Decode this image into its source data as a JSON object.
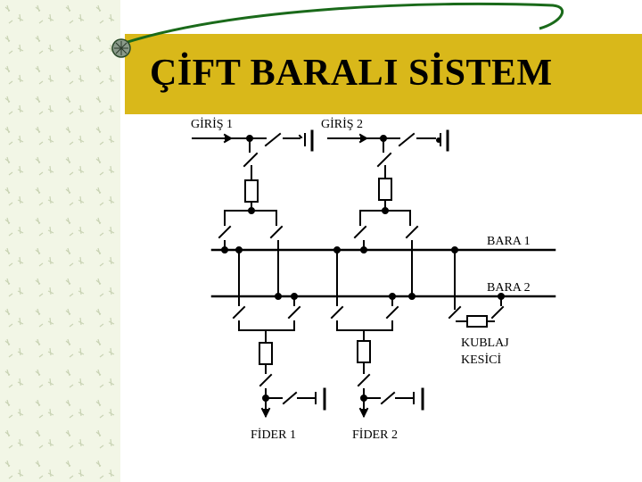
{
  "slide": {
    "title": "ÇİFT BARALI SİSTEM",
    "accent_color": "#d9b81a",
    "swoosh_color": "#1a6a1a"
  },
  "diagram": {
    "labels": {
      "giris1": "GİRİŞ 1",
      "giris2": "GİRİŞ 2",
      "bara1": "BARA 1",
      "bara2": "BARA 2",
      "kublaj1": "KUBLAJ",
      "kublaj2": "KESİCİ",
      "fider1": "FİDER 1",
      "fider2": "FİDER 2"
    }
  }
}
